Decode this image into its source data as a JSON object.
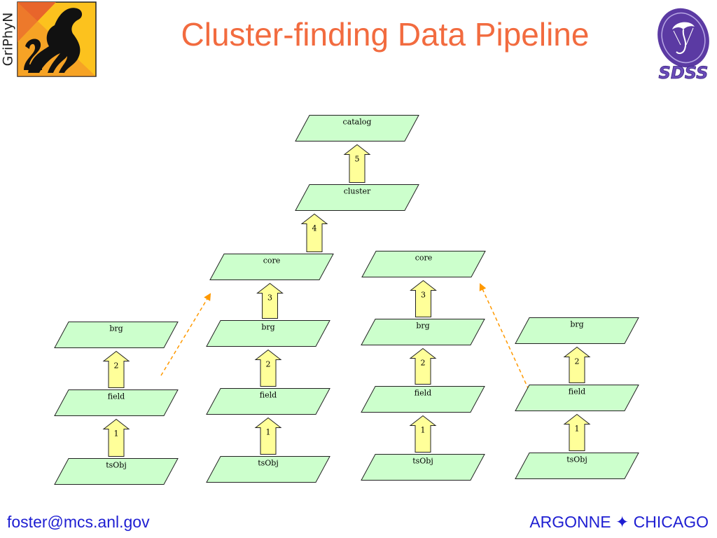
{
  "slide": {
    "title": "Cluster-finding Data Pipeline",
    "footer_left": "foster@mcs.anl.gov",
    "footer_right": "ARGONNE ✦ CHICAGO"
  },
  "logos": {
    "left": {
      "text": "GriPhyN",
      "icon": "griffin-icon"
    },
    "right": {
      "text": "SDSS",
      "icon": "sdss-logo-icon"
    }
  },
  "colors": {
    "title": "#f26b3f",
    "footer": "#1e1ed2",
    "node_fill": "#ccffcc",
    "arrow_fill": "#ffff99",
    "dashed_arrow": "#ff9900"
  },
  "diagram": {
    "nodes": [
      {
        "id": "catalog",
        "label": "catalog"
      },
      {
        "id": "cluster",
        "label": "cluster"
      },
      {
        "id": "core-a",
        "label": "core"
      },
      {
        "id": "core-b",
        "label": "core"
      },
      {
        "id": "brg-1",
        "label": "brg"
      },
      {
        "id": "brg-2",
        "label": "brg"
      },
      {
        "id": "brg-3",
        "label": "brg"
      },
      {
        "id": "brg-4",
        "label": "brg"
      },
      {
        "id": "field-1",
        "label": "field"
      },
      {
        "id": "field-2",
        "label": "field"
      },
      {
        "id": "field-3",
        "label": "field"
      },
      {
        "id": "field-4",
        "label": "field"
      },
      {
        "id": "tsobj-1",
        "label": "tsObj"
      },
      {
        "id": "tsobj-2",
        "label": "tsObj"
      },
      {
        "id": "tsobj-3",
        "label": "tsObj"
      },
      {
        "id": "tsobj-4",
        "label": "tsObj"
      }
    ],
    "steps": [
      {
        "label": "5",
        "from": "cluster",
        "to": "catalog"
      },
      {
        "label": "4",
        "from": "core-a",
        "to": "cluster"
      },
      {
        "label": "3",
        "from": "brg-2",
        "to": "core-a"
      },
      {
        "label": "3",
        "from": "brg-3",
        "to": "core-b"
      },
      {
        "label": "2",
        "from": "field-1",
        "to": "brg-1"
      },
      {
        "label": "2",
        "from": "field-2",
        "to": "brg-2"
      },
      {
        "label": "2",
        "from": "field-3",
        "to": "brg-3"
      },
      {
        "label": "2",
        "from": "field-4",
        "to": "brg-4"
      },
      {
        "label": "1",
        "from": "tsobj-1",
        "to": "field-1"
      },
      {
        "label": "1",
        "from": "tsobj-2",
        "to": "field-2"
      },
      {
        "label": "1",
        "from": "tsobj-3",
        "to": "field-3"
      },
      {
        "label": "1",
        "from": "tsobj-4",
        "to": "field-4"
      }
    ],
    "dashed_links": [
      {
        "from": "field-1",
        "to": "core-a"
      },
      {
        "from": "field-4",
        "to": "core-b"
      }
    ]
  }
}
